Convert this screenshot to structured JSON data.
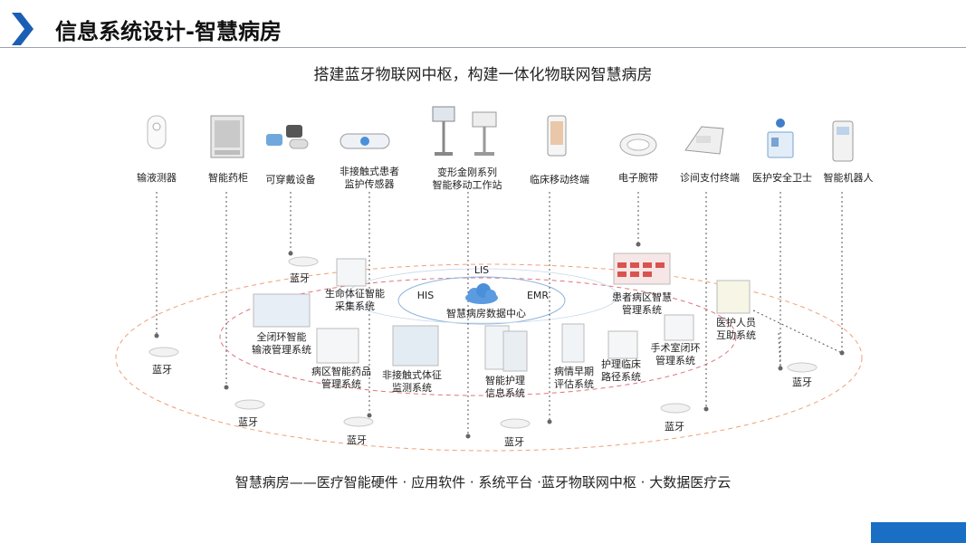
{
  "header": {
    "title": "信息系统设计-智慧病房",
    "accent": "#1a5fb4"
  },
  "subtitle": "搭建蓝牙物联网中枢，构建一体化物联网智慧病房",
  "devices": [
    {
      "label": "输液测器",
      "icon": "infusion-detector-icon"
    },
    {
      "label": "智能药柜",
      "icon": "medicine-cabinet-icon"
    },
    {
      "label": "可穿戴设备",
      "icon": "wearable-device-icon"
    },
    {
      "label": "非接触式患者\n监护传感器",
      "icon": "patient-sensor-icon"
    },
    {
      "label": "变形金刚系列\n智能移动工作站",
      "icon": "mobile-workstation-icon"
    },
    {
      "label": "临床移动终端",
      "icon": "mobile-terminal-icon"
    },
    {
      "label": "电子腕带",
      "icon": "wristband-icon"
    },
    {
      "label": "诊间支付终端",
      "icon": "payment-terminal-icon"
    },
    {
      "label": "医护安全卫士",
      "icon": "badge-guard-icon"
    },
    {
      "label": "智能机器人",
      "icon": "robot-icon"
    }
  ],
  "center": {
    "title": "智慧病房数据中心",
    "his": "HIS",
    "emr": "EMR",
    "lis": "LIS"
  },
  "systems": {
    "vital": "生命体征智能\n采集系统",
    "infusion": "全闭环智能\n输液管理系统",
    "drug": "病区智能药品\n管理系统",
    "noncontact": "非接触式体征\n监测系统",
    "nursing": "智能护理\n信息系统",
    "early": "病情早期\n评估系统",
    "pathway": "护理临床\n路径系统",
    "or": "手术室闭环\n管理系统",
    "ward": "患者病区智慧\n管理系统",
    "staff": "医护人员\n互助系统"
  },
  "bluetooth_label": "蓝牙",
  "footer": "智慧病房——医疗智能硬件 · 应用软件 · 系统平台 ·蓝牙物联网中枢 · 大数据医疗云",
  "colors": {
    "outer_ellipse": "#f0a07a",
    "inner_ellipse": "#e0737f",
    "cloud": "#4a90d9",
    "corner_bar": "#1a6fc4"
  }
}
